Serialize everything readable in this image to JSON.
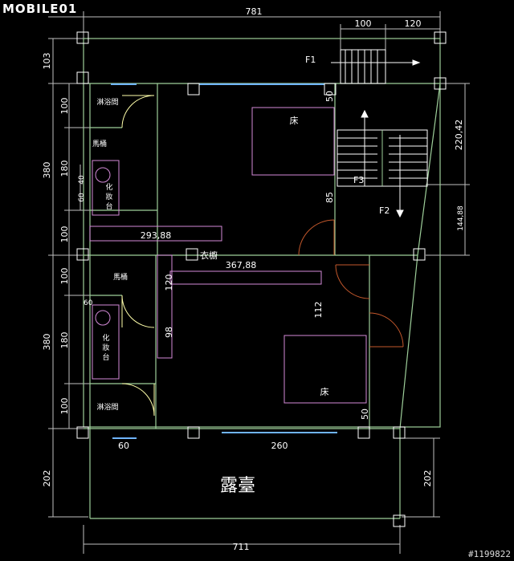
{
  "logo": {
    "text": "MOBILE01"
  },
  "watermark": "#1199822",
  "colors": {
    "wall": "#9ecf9a",
    "dim": "#ffffff",
    "furniture": "#d48ad8",
    "door": "#ffffaa",
    "window": "#6fb4ff",
    "column": "#ffffff",
    "guide": "#cfcfcf",
    "stair": "#ffffff"
  },
  "dimensions": {
    "top_total": "781",
    "stair_a": "100",
    "stair_b": "120",
    "left_top": "103",
    "left_mid1": "100",
    "left_mid2": "380",
    "left_mid3": "100",
    "left_low1": "100",
    "left_low2": "380",
    "left_low3": "100",
    "left_bottom": "202",
    "bottom_total": "711",
    "right_bottom": "202",
    "right_top": "220,42",
    "small_v_right": "144,88",
    "inner_180a": "180",
    "inner_180b": "180",
    "inner_small_a": "40",
    "inner_small_b": "60",
    "inner_small_c": "60",
    "wardrobe_w": "293,88",
    "wardrobe2_w": "367,88",
    "v50a": "50",
    "v85": "85",
    "v120": "120",
    "v98": "98",
    "v112": "112",
    "v50b": "50",
    "win60": "60",
    "win260": "260"
  },
  "labels": {
    "f1": "F1",
    "f2": "F2",
    "f3": "F3",
    "bed1": "床",
    "bed2": "床",
    "bath1": "淋浴間",
    "bath2": "淋浴間",
    "toilet1": "馬桶",
    "toilet2": "馬桶",
    "vanity1": [
      "化",
      "妝",
      "台"
    ],
    "vanity2": [
      "化",
      "妝",
      "台"
    ],
    "wardrobe": "衣櫥",
    "terrace": "露臺"
  }
}
